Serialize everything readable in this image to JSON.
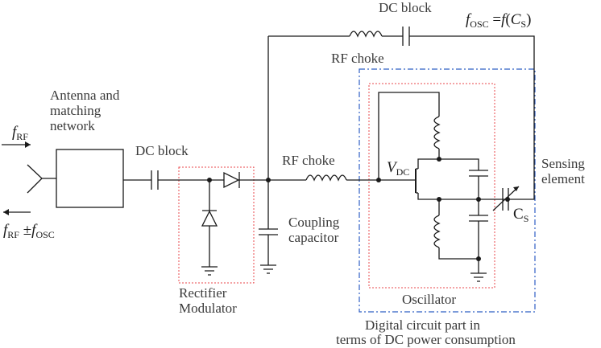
{
  "labels": {
    "antenna_line1": "Antenna and",
    "antenna_line2": "matching",
    "antenna_line3": "network",
    "dc_block_left": "DC block",
    "dc_block_top": "DC block",
    "rf_choke_top": "RF choke",
    "rf_choke_mid": "RF choke",
    "coupling_line1": "Coupling",
    "coupling_line2": "capacitor",
    "sensing_line1": "Sensing",
    "sensing_line2": "element",
    "rectifier_line1": "Rectifier",
    "rectifier_line2": "Modulator",
    "oscillator": "Oscillator",
    "digital_line1": "Digital circuit part in",
    "digital_line2": "terms of DC power consumption"
  },
  "symbols": {
    "f": "f",
    "rf_sub": "RF",
    "pm": " ±",
    "osc_sub": "OSC",
    "eq": " =",
    "func_open": "(",
    "func_close": ")",
    "c": "C",
    "s_sub": "S",
    "v": "V",
    "dc_sub": "DC"
  },
  "colors": {
    "wire": "#1a1a1a",
    "text": "#3a3a3a",
    "rectifier_box": "#e8474b",
    "oscillator_box": "#e8474b",
    "digital_box": "#2f5fc4"
  }
}
